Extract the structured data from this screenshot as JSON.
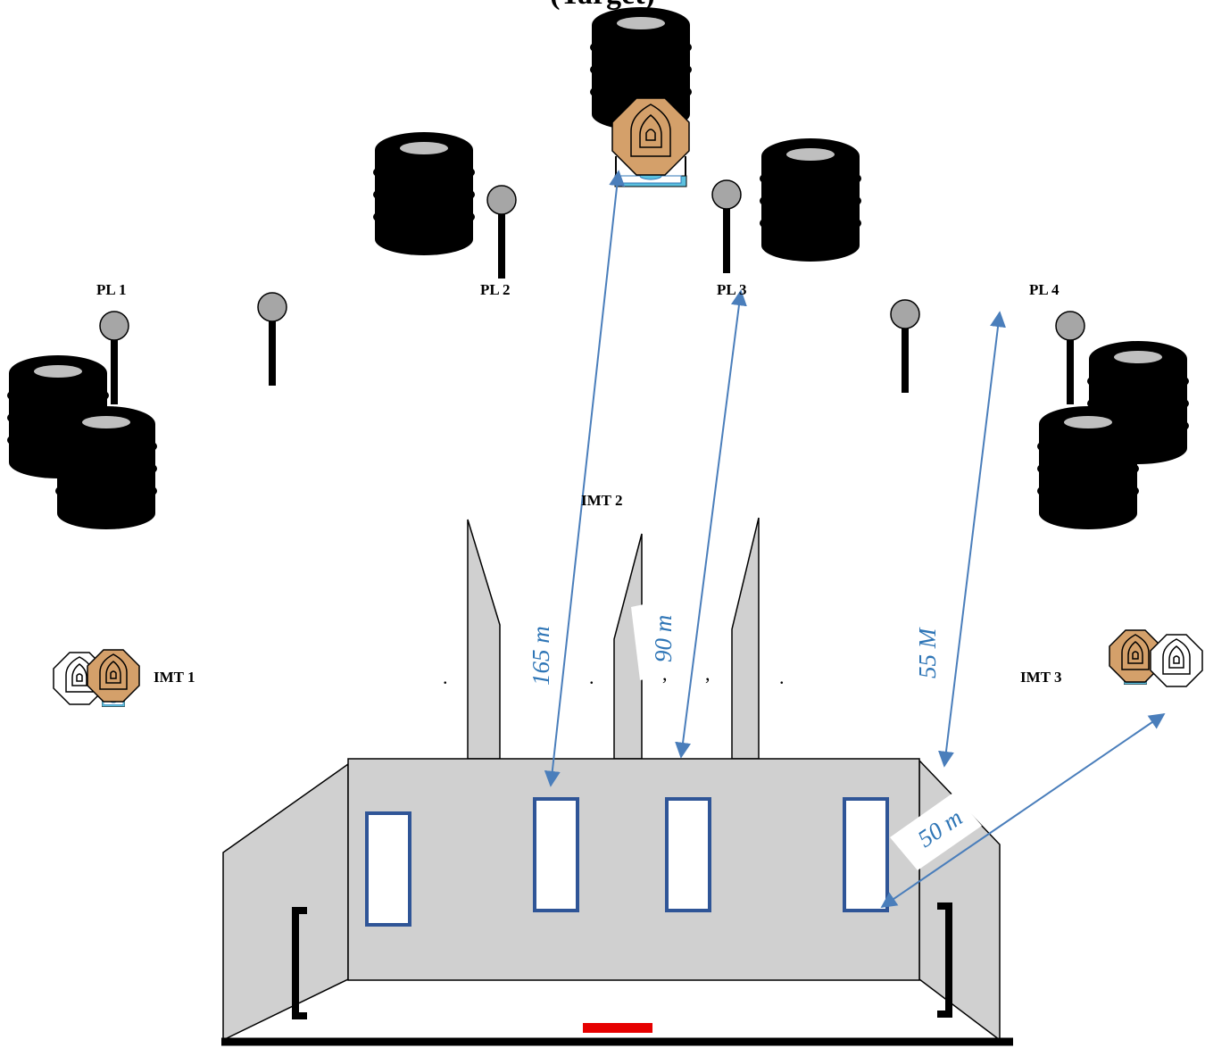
{
  "title_fragment": "(Target)",
  "labels": {
    "pl1": "PL 1",
    "pl2": "PL 2",
    "pl3": "PL 3",
    "pl4": "PL 4",
    "imt1": "IMT 1",
    "imt2": "IMT 2",
    "imt3": "IMT 3"
  },
  "distances": {
    "d165": "165 m",
    "d90": "90 m",
    "d55": "55 M",
    "d50": "50 m"
  },
  "dots": [
    ".",
    ".",
    ",",
    ",",
    "."
  ],
  "colors": {
    "barricade_fill": "#d0d0d0",
    "window_border": "#2f5597",
    "arrow": "#4a7ebb",
    "distance_text": "#2e75b6",
    "target_orange": "#d4a06a",
    "target_base": "#5bc0de",
    "fault_line": "#e60000",
    "tire": "#000000",
    "popper_head": "#a6a6a6"
  },
  "icons": [
    "tire-stack-icon",
    "popper-icon",
    "ipsc-target-icon",
    "no-shoot-target-icon"
  ]
}
